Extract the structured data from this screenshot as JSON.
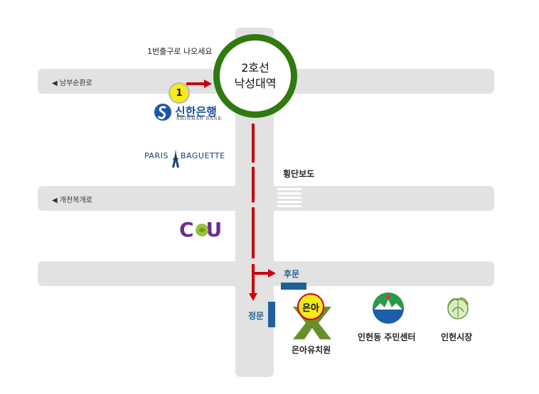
{
  "station": {
    "line": "2호선",
    "name": "낙성대역"
  },
  "exit_note": "1번출구로 나오세요",
  "exit_number": "1",
  "roads": {
    "top": "◀ 남부순환로",
    "middle": "◀ 개천복개로"
  },
  "crosswalk_label": "횡단보도",
  "landmarks": {
    "shinhan": {
      "korean": "신한은행",
      "english": "SHINHAN BANK"
    },
    "paris": {
      "left": "PARIS",
      "right": "BAGUETTE"
    },
    "cu": "CU"
  },
  "gates": {
    "back": "후문",
    "front": "정문"
  },
  "destination": {
    "badge": "은아",
    "name": "은아유치원"
  },
  "community_center": "인헌동 주민센터",
  "market": "인헌시장",
  "colors": {
    "road": "#e2e2e2",
    "route": "#c8000e",
    "station_ring": "#2f7a10",
    "badge_yellow": "#f7ea1b",
    "gate_blue": "#1f5f9a",
    "cu_purple": "#6b2d8f",
    "kindergarten_green": "#6a8f2a"
  }
}
